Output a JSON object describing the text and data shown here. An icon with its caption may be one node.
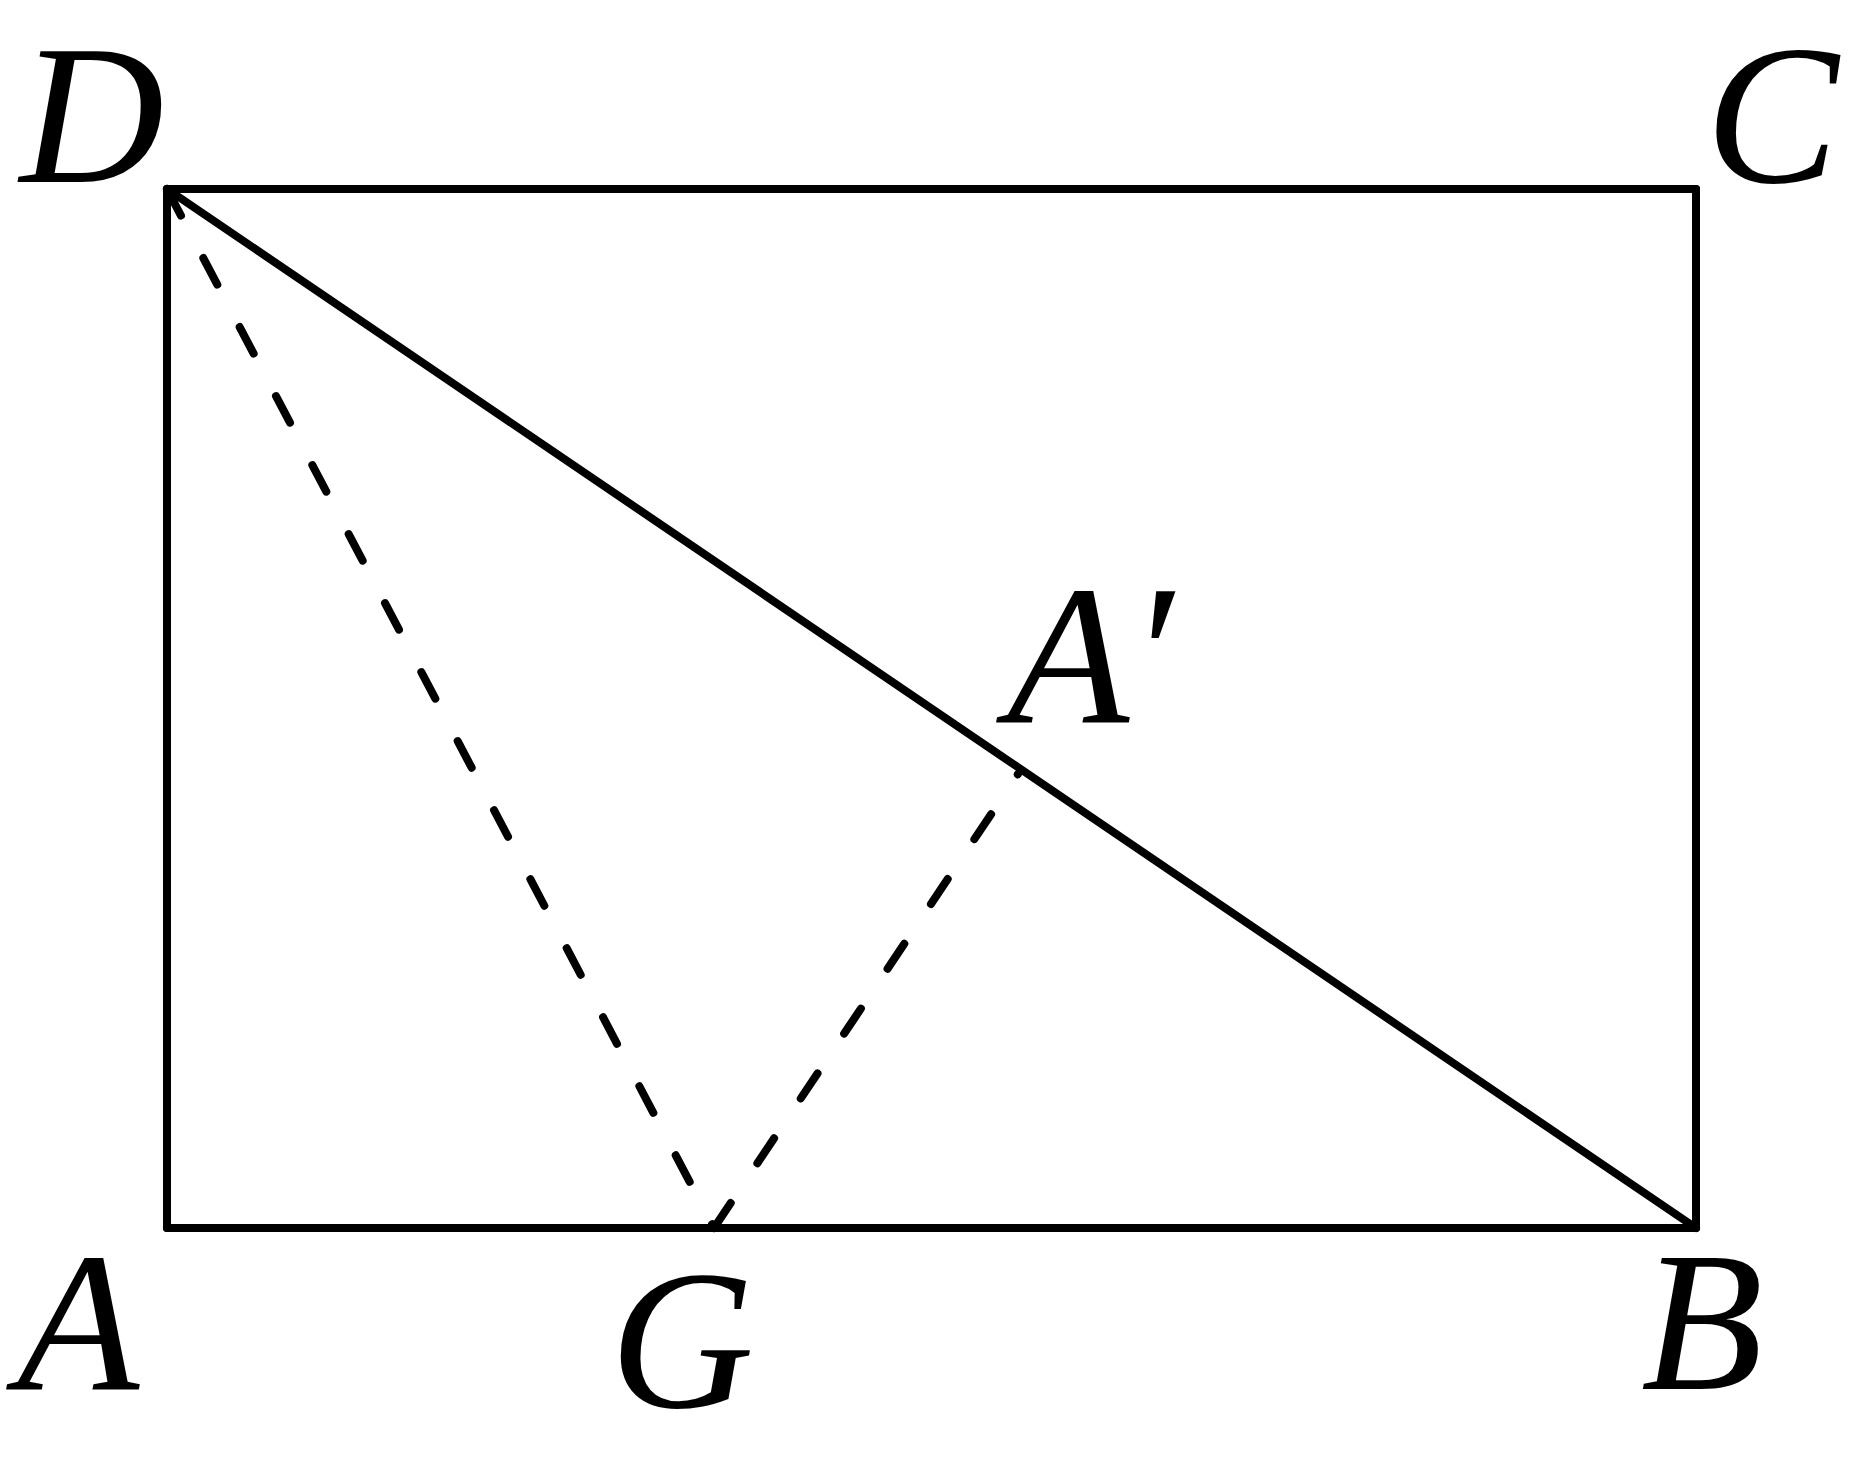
{
  "diagram": {
    "nodes": [
      {
        "text": [
          "D"
        ]
      },
      {
        "text": [
          "C"
        ]
      },
      {
        "text": [
          "A′"
        ]
      },
      {
        "text": [
          "A"
        ]
      },
      {
        "text": [
          "G"
        ]
      },
      {
        "text": [
          "B"
        ]
      }
    ],
    "edges": [
      {
        "from": 0,
        "to": 1,
        "arrow": "none"
      },
      {
        "from": 1,
        "to": 5,
        "arrow": "none"
      },
      {
        "from": 5,
        "to": 4,
        "arrow": "none"
      },
      {
        "from": 4,
        "to": 3,
        "arrow": "none"
      },
      {
        "from": 3,
        "to": 0,
        "arrow": "none"
      },
      {
        "from": 0,
        "to": 5,
        "arrow": "none"
      },
      {
        "from": 0,
        "to": 4,
        "arrow": "none",
        "style": "dashed"
      },
      {
        "from": 4,
        "to": 2,
        "arrow": "none",
        "style": "dashed"
      }
    ]
  }
}
